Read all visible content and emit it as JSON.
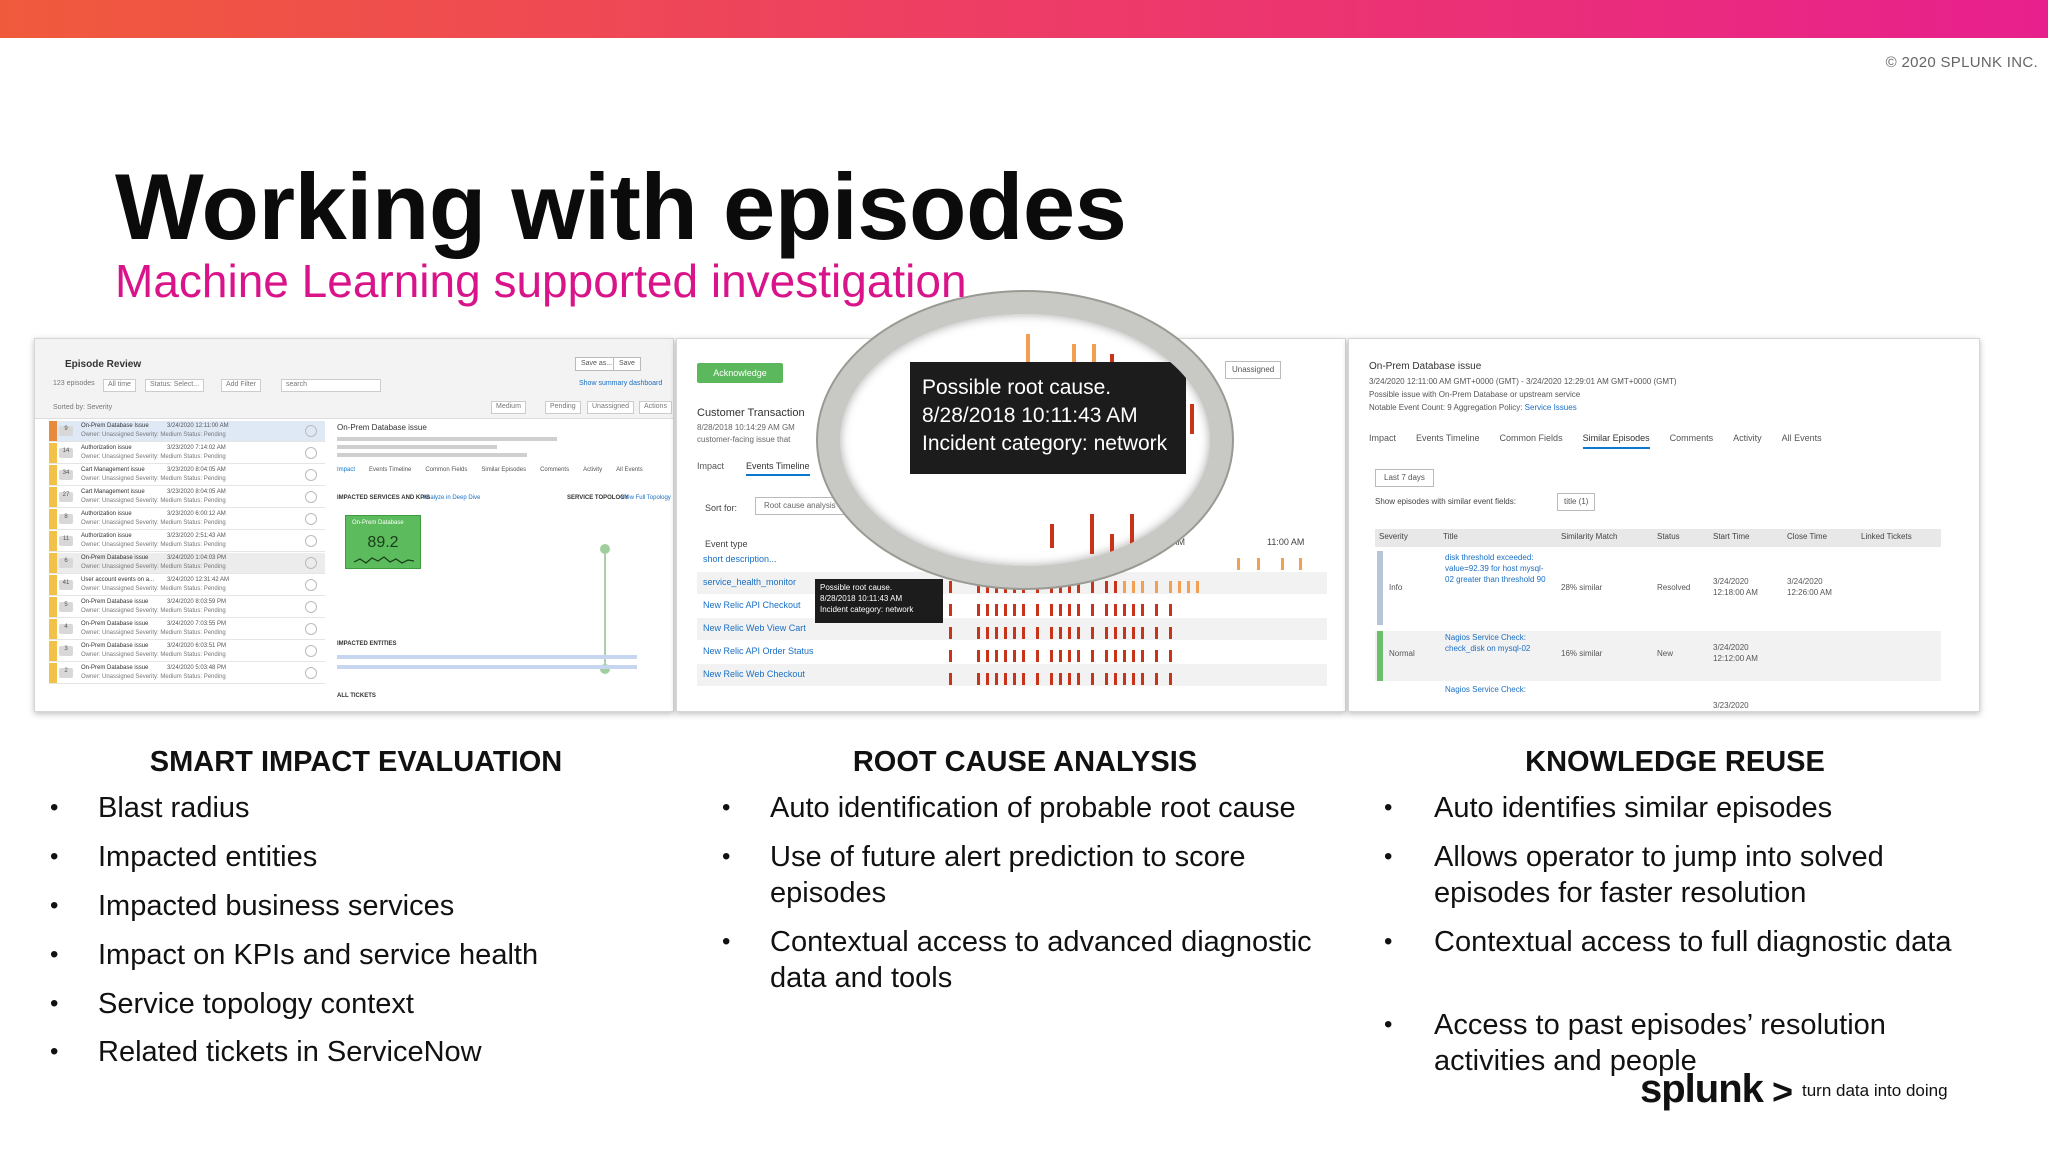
{
  "slide": {
    "copyright": "© 2020 SPLUNK INC.",
    "title": "Working with episodes",
    "subtitle": "Machine Learning supported investigation"
  },
  "screenshot1": {
    "title": "Episode Review",
    "btn_save": "Save as...",
    "btn_save2": "Save",
    "count": "123 episodes",
    "time": "All time",
    "status": "Status: Select...",
    "add_filter": "Add Filter",
    "search_placeholder": "search",
    "summary": "Show summary dashboard",
    "sorted": "Sorted by: Severity",
    "bulk": [
      "Medium",
      "Pending",
      "Unassigned",
      "Actions"
    ],
    "rows": [
      {
        "name": "On-Prem Database Issue",
        "count": "9",
        "date": "3/24/2020 12:11:00 AM"
      },
      {
        "name": "Authorization issue",
        "count": "14",
        "date": "3/23/2020 7:14:02 AM"
      },
      {
        "name": "Cart Management issue",
        "count": "34",
        "date": "3/23/2020 8:04:05 AM"
      },
      {
        "name": "Cart Management issue",
        "count": "27",
        "date": "3/23/2020 8:04:05 AM"
      },
      {
        "name": "Authorization issue",
        "count": "8",
        "date": "3/23/2020 6:00:12 AM"
      },
      {
        "name": "Authorization issue",
        "count": "11",
        "date": "3/23/2020 2:51:43 AM"
      },
      {
        "name": "On-Prem Database issue",
        "count": "6",
        "date": "3/24/2020 1:04:03 PM"
      },
      {
        "name": "User account events on a...",
        "count": "41",
        "date": "3/24/2020 12:31:42 AM"
      },
      {
        "name": "On-Prem Database issue",
        "count": "5",
        "date": "3/24/2020 8:03:59 PM"
      },
      {
        "name": "On-Prem Database issue",
        "count": "4",
        "date": "3/24/2020 7:03:55 PM"
      },
      {
        "name": "On-Prem Database issue",
        "count": "3",
        "date": "3/24/2020 6:03:51 PM"
      },
      {
        "name": "On-Prem Database issue",
        "count": "2",
        "date": "3/24/2020 5:03:48 PM"
      }
    ],
    "row_meta": "Owner: Unassigned   Severity: Medium   Status: Pending",
    "detail_title": "On-Prem Database issue",
    "detail_tabs": [
      "Impact",
      "Events Timeline",
      "Common Fields",
      "Similar Episodes",
      "Comments",
      "Activity",
      "All Events"
    ],
    "impacted_services": "IMPACTED SERVICES AND KPIS",
    "deep_dive": "Analyze in Deep Dive",
    "service_topology": "SERVICE TOPOLOGY",
    "view_topology": "View Full Topology",
    "kpi_label": "On-Prem Database",
    "kpi_value": "89.2",
    "impacted_entities": "IMPACTED ENTITIES",
    "all_tickets": "ALL TICKETS"
  },
  "screenshot2": {
    "acknowledge": "Acknowledge",
    "unassigned": "Unassigned",
    "title": "Customer Transaction",
    "date": "8/28/2018 10:14:29 AM GM",
    "desc": "customer-facing issue that",
    "tabs": [
      "Impact",
      "Events Timeline"
    ],
    "sort_for": "Sort for:",
    "sort_value": "Root cause analysis",
    "event_type": "Event type",
    "time1": "10:45 AM",
    "time2": "11:00 AM",
    "rows": [
      "short description...",
      "service_health_monitor",
      "New Relic API Checkout",
      "New Relic Web View Cart",
      "New Relic API Order Status",
      "New Relic Web Checkout"
    ],
    "tooltip_small": [
      "Possible root cause.",
      "8/28/2018 10:11:43 AM",
      "Incident category: network"
    ],
    "tooltip_big": [
      "Possible root cause.",
      "8/28/2018 10:11:43 AM",
      "Incident category: network"
    ]
  },
  "screenshot3": {
    "title": "On-Prem Database issue",
    "dates": "3/24/2020 12:11:00 AM GMT+0000 (GMT) - 3/24/2020 12:29:01 AM GMT+0000 (GMT)",
    "desc": "Possible issue with On-Prem Database or upstream service",
    "meta": "Notable Event Count: 9    Aggregation Policy:",
    "policy": "Service Issues",
    "tabs": [
      "Impact",
      "Events Timeline",
      "Common Fields",
      "Similar Episodes",
      "Comments",
      "Activity",
      "All Events"
    ],
    "range": "Last 7 days",
    "show_similar": "Show episodes with similar event fields:",
    "field": "title (1)",
    "columns": [
      "Severity",
      "Title",
      "Similarity Match",
      "Status",
      "Start Time",
      "Close Time",
      "Linked Tickets"
    ],
    "rows": [
      {
        "severity": "Info",
        "title": "disk threshold exceeded: value=92.39 for host mysql-02 greater than threshold 90",
        "match": "28% similar",
        "status": "Resolved",
        "start": "3/24/2020 12:18:00 AM",
        "close": "3/24/2020 12:26:00 AM"
      },
      {
        "severity": "Normal",
        "title": "Nagios Service Check: check_disk on mysql-02",
        "match": "16% similar",
        "status": "New",
        "start": "3/24/2020 12:12:00 AM",
        "close": ""
      },
      {
        "severity": "",
        "title": "Nagios Service Check:",
        "match": "",
        "status": "",
        "start": "3/23/2020",
        "close": ""
      }
    ]
  },
  "columns": [
    {
      "heading": "SMART IMPACT EVALUATION",
      "bullets": [
        "Blast radius",
        "Impacted entities",
        "Impacted business services",
        "Impact on KPIs and service health",
        "Service topology context",
        "Related tickets in ServiceNow"
      ]
    },
    {
      "heading": "ROOT CAUSE ANALYSIS",
      "bullets": [
        "Auto identification of probable root cause",
        "Use of future alert prediction to score episodes",
        "Contextual access to advanced diagnostic data and tools"
      ]
    },
    {
      "heading": "KNOWLEDGE REUSE",
      "bullets": [
        "Auto identifies similar episodes",
        "Allows operator to jump into solved episodes for faster resolution",
        "Contextual access to full diagnostic data",
        "Access to past episodes’ resolution activities and people"
      ]
    }
  ],
  "logo": {
    "word": "splunk",
    "chevron": ">",
    "tagline": "turn data into doing"
  },
  "colors": {
    "brand_pink": "#d9138a",
    "brand_orange": "#f05a3c",
    "ok_green": "#5cbb5c",
    "crit_red": "#c8341a"
  }
}
